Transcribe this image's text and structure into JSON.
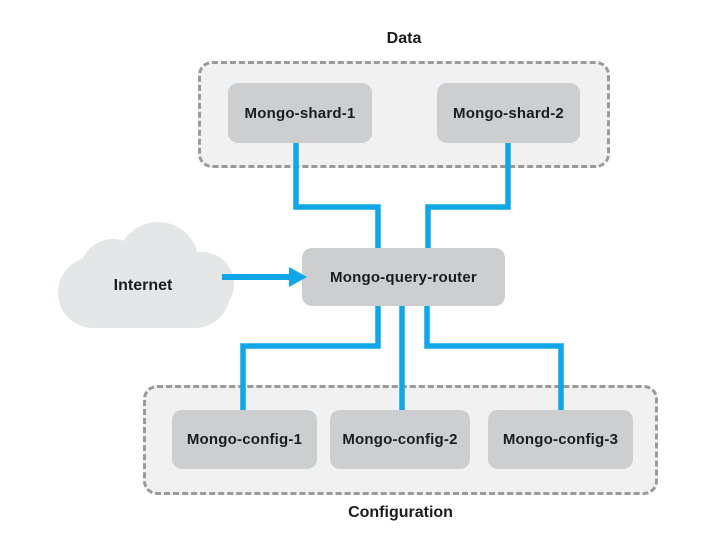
{
  "diagram": {
    "groups": {
      "data": {
        "label": "Data",
        "nodes": [
          {
            "label": "Mongo-shard-1"
          },
          {
            "label": "Mongo-shard-2"
          }
        ]
      },
      "configuration": {
        "label": "Configuration",
        "nodes": [
          {
            "label": "Mongo-config-1"
          },
          {
            "label": "Mongo-config-2"
          },
          {
            "label": "Mongo-config-3"
          }
        ]
      }
    },
    "router": {
      "label": "Mongo-query-router"
    },
    "internet": {
      "label": "Internet"
    },
    "edges": [
      {
        "from": "Internet",
        "to": "Mongo-query-router",
        "directed": true
      },
      {
        "from": "Mongo-shard-1",
        "to": "Mongo-query-router",
        "directed": false
      },
      {
        "from": "Mongo-shard-2",
        "to": "Mongo-query-router",
        "directed": false
      },
      {
        "from": "Mongo-query-router",
        "to": "Mongo-config-1",
        "directed": false
      },
      {
        "from": "Mongo-query-router",
        "to": "Mongo-config-2",
        "directed": false
      },
      {
        "from": "Mongo-query-router",
        "to": "Mongo-config-3",
        "directed": false
      }
    ],
    "colors": {
      "connector": "#0FA7E6",
      "node_fill": "#CCCED0",
      "group_fill": "#F1F1F2",
      "group_border": "#9A9A9A",
      "cloud_fill": "#E5E6E8",
      "text": "#1C1C1C",
      "background": "#FFFFFF"
    }
  }
}
